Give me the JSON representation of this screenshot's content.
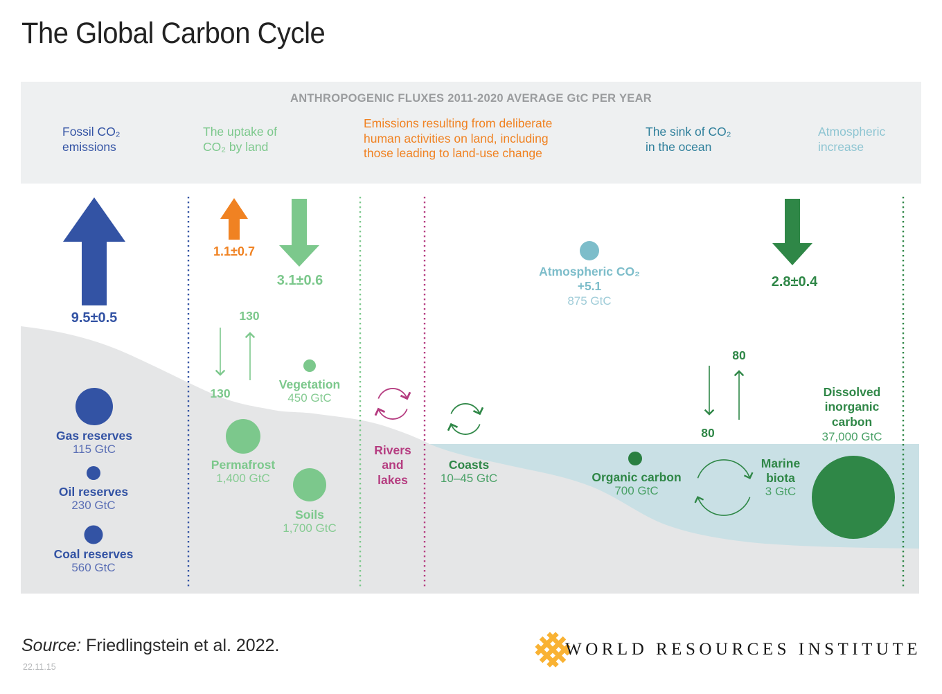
{
  "title": "The Global Carbon Cycle",
  "legend": {
    "header": "ANTHROPOGENIC FLUXES 2011-2020 AVERAGE GtC PER YEAR",
    "items": [
      {
        "icon": "arrow-up-icon",
        "color": "#3353a4",
        "lines": [
          "Fossil CO₂",
          "emissions"
        ]
      },
      {
        "icon": "arrow-down-icon",
        "color": "#7cc88c",
        "lines": [
          "The uptake of",
          "CO₂ by land"
        ]
      },
      {
        "icon": "arrow-up-icon",
        "color": "#f08222",
        "lines": [
          "Emissions resulting from deliberate",
          "human activities on land, including",
          "those leading to land-use change"
        ]
      },
      {
        "icon": "arrow-down-icon",
        "color": "#2f8747",
        "lines": [
          "The sink of CO₂",
          "in the ocean"
        ]
      },
      {
        "icon": "plus-icon",
        "color": "#8ec5d2",
        "lines": [
          "Atmospheric",
          "increase"
        ]
      }
    ]
  },
  "fluxes": {
    "fossil_emissions": "9.5±0.5",
    "land_use_emissions": "1.1±0.7",
    "land_sink": "3.1±0.6",
    "ocean_sink": "2.8±0.4"
  },
  "exchanges": {
    "land_atmosphere": "130",
    "ocean_atmosphere": "80"
  },
  "atmosphere": {
    "name": "Atmospheric CO₂",
    "increase": "+5.1",
    "stock": "875 GtC"
  },
  "reservoirs": {
    "gas": {
      "name": "Gas reserves",
      "value": "115 GtC"
    },
    "oil": {
      "name": "Oil reserves",
      "value": "230 GtC"
    },
    "coal": {
      "name": "Coal reserves",
      "value": "560 GtC"
    },
    "vegetation": {
      "name": "Vegetation",
      "value": "450 GtC"
    },
    "permafrost": {
      "name": "Permafrost",
      "value": "1,400 GtC"
    },
    "soils": {
      "name": "Soils",
      "value": "1,700 GtC"
    },
    "coasts": {
      "name": "Coasts",
      "value": "10–45 GtC"
    },
    "organic_carbon": {
      "name": "Organic carbon",
      "value": "700 GtC"
    },
    "marine_biota": {
      "lines": [
        "Marine",
        "biota"
      ],
      "value": "3 GtC"
    },
    "dissolved_inorganic": {
      "lines": [
        "Dissolved",
        "inorganic",
        "carbon"
      ],
      "value": "37,000 GtC"
    }
  },
  "rivers_lakes": {
    "lines": [
      "Rivers",
      "and",
      "lakes"
    ]
  },
  "footer": {
    "source_label": "Source:",
    "source_text": " Friedlingstein et al. 2022.",
    "code": "22.11.15"
  },
  "wri": {
    "name": "WORLD RESOURCES INSTITUTE"
  },
  "colors": {
    "fossil_blue": "#3353a4",
    "land_green": "#7cc88c",
    "land_use_orange": "#f08222",
    "ocean_green": "#2f8747",
    "atmosphere_teal": "#7dbdca",
    "ocean_sink_text": "#2e7f9b",
    "rivers_magenta": "#b53c80",
    "ocean_fill": "#c9e0e5",
    "land_fill": "#e5e6e7",
    "legend_band": "#eef0f1",
    "wri_gold": "#f9b233"
  }
}
